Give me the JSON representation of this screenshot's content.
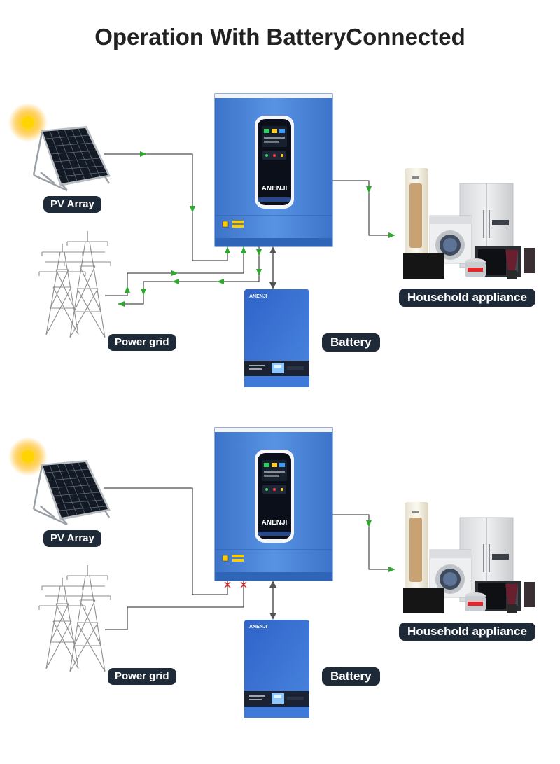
{
  "title": "Operation With BatteryConnected",
  "labels": {
    "pv_array": "PV Array",
    "power_grid": "Power grid",
    "battery": "Battery",
    "household_appliance": "Household appliance"
  },
  "inverter_brand": "ANENJI",
  "battery_brand": "ANENJI",
  "colors": {
    "flow_arrow": "#2ea82e",
    "wire": "#222222",
    "battery_link": "#555555",
    "blocked_marker": "#e02020",
    "device_blue": "#4a86d8",
    "label_bg": "#1f2a38"
  },
  "scenarios": [
    {
      "name": "grid-connected",
      "pv_to_inverter": "active",
      "grid_link": "bidirectional",
      "battery_link": "bidirectional",
      "load_link": "active"
    },
    {
      "name": "grid-disconnected",
      "pv_to_inverter": "idle",
      "grid_link": "blocked",
      "battery_link": "bidirectional",
      "load_link": "active"
    }
  ]
}
